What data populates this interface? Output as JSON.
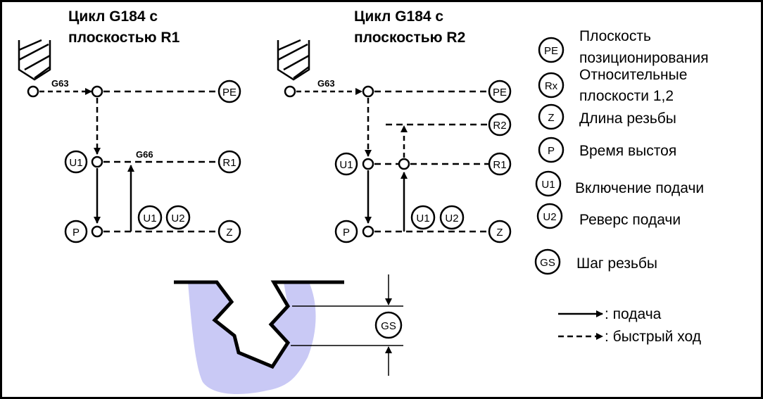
{
  "left": {
    "title_line1": "Цикл G184 с",
    "title_line2": "плоскостью R1",
    "g63": "G63",
    "g66": "G66"
  },
  "right": {
    "title_line1": "Цикл G184 с",
    "title_line2": "плоскостью R2",
    "g63": "G63"
  },
  "symbols": {
    "pe": "PE",
    "u1": "U1",
    "u2": "U2",
    "p": "P",
    "z": "Z",
    "r1": "R1",
    "r2": "R2",
    "rx": "Rx",
    "gs": "GS"
  },
  "legend": {
    "pe_line1": "Плоскость",
    "pe_line2": "позиционирования",
    "rx_line1": "Относительные",
    "rx_line2": "плоскости 1,2",
    "z": "Длина резьбы",
    "p": "Время выстоя",
    "u1": "Включение подачи",
    "u2": "Реверс подачи",
    "gs": "Шаг резьбы",
    "feed": ": подача",
    "rapid": ": быстрый ход"
  },
  "colors": {
    "material": "#c9c9f5",
    "line": "#000000"
  }
}
